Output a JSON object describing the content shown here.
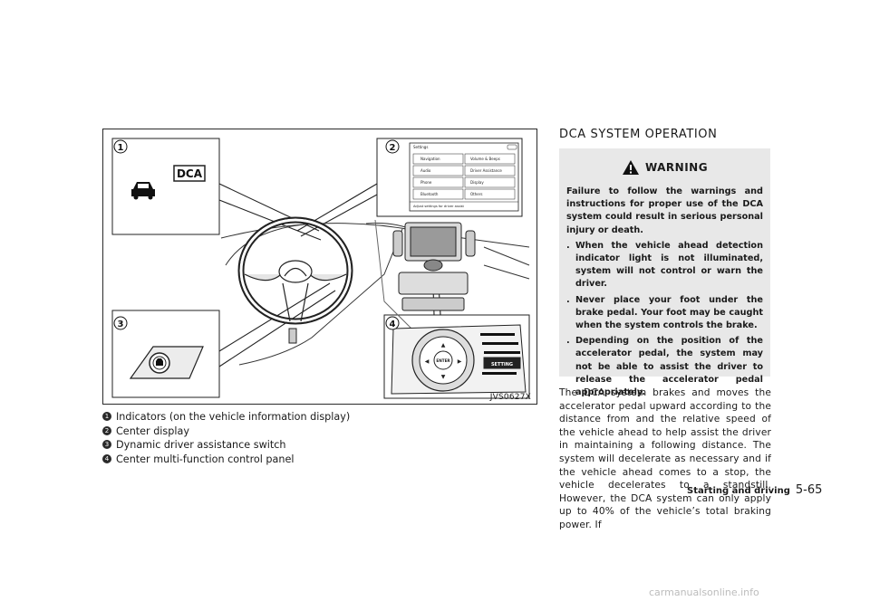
{
  "figure": {
    "code": "JVS0627X",
    "callouts": [
      "1",
      "2",
      "3",
      "4"
    ],
    "indicator_label": "DCA",
    "screen": {
      "title": "Settings",
      "left_items": [
        "Navigation",
        "Audio",
        "Phone",
        "Bluetooth"
      ],
      "right_items": [
        "Volume & Beeps",
        "Driver Assistance",
        "Display",
        "Others"
      ],
      "footer": "Adjust settings for driver assist"
    },
    "panel": {
      "enter_label": "ENTER",
      "setting_label": "SETTING"
    }
  },
  "legend": [
    {
      "num": "1",
      "text": "Indicators (on the vehicle information display)"
    },
    {
      "num": "2",
      "text": "Center display"
    },
    {
      "num": "3",
      "text": "Dynamic driver assistance switch"
    },
    {
      "num": "4",
      "text": "Center multi-function control panel"
    }
  ],
  "section": {
    "heading": "DCA SYSTEM OPERATION",
    "warning_title": "WARNING",
    "warning_intro": "Failure to follow the warnings and instructions for proper use of the DCA system could result in serious personal injury or death.",
    "bullets": [
      "When the vehicle ahead detection indicator light is not illuminated, system will not control or warn the driver.",
      "Never place your foot under the brake pedal. Your foot may be caught when the system controls the brake.",
      "Depending on the position of the accelerator pedal, the system may not be able to assist the driver to release the accelerator pedal appropriately."
    ],
    "body": "The DCA system brakes and moves the accelerator pedal upward according to the distance from and the relative speed of the vehicle ahead to help assist the driver in maintaining a following distance. The system will decelerate as necessary and if the vehicle ahead comes to a stop, the vehicle decelerates to a standstill. However, the DCA system can only apply up to 40% of the vehicle’s total braking power. If"
  },
  "footer": {
    "section_name": "Starting and driving",
    "page": "5-65"
  },
  "watermark": "carmanualsonline.info"
}
